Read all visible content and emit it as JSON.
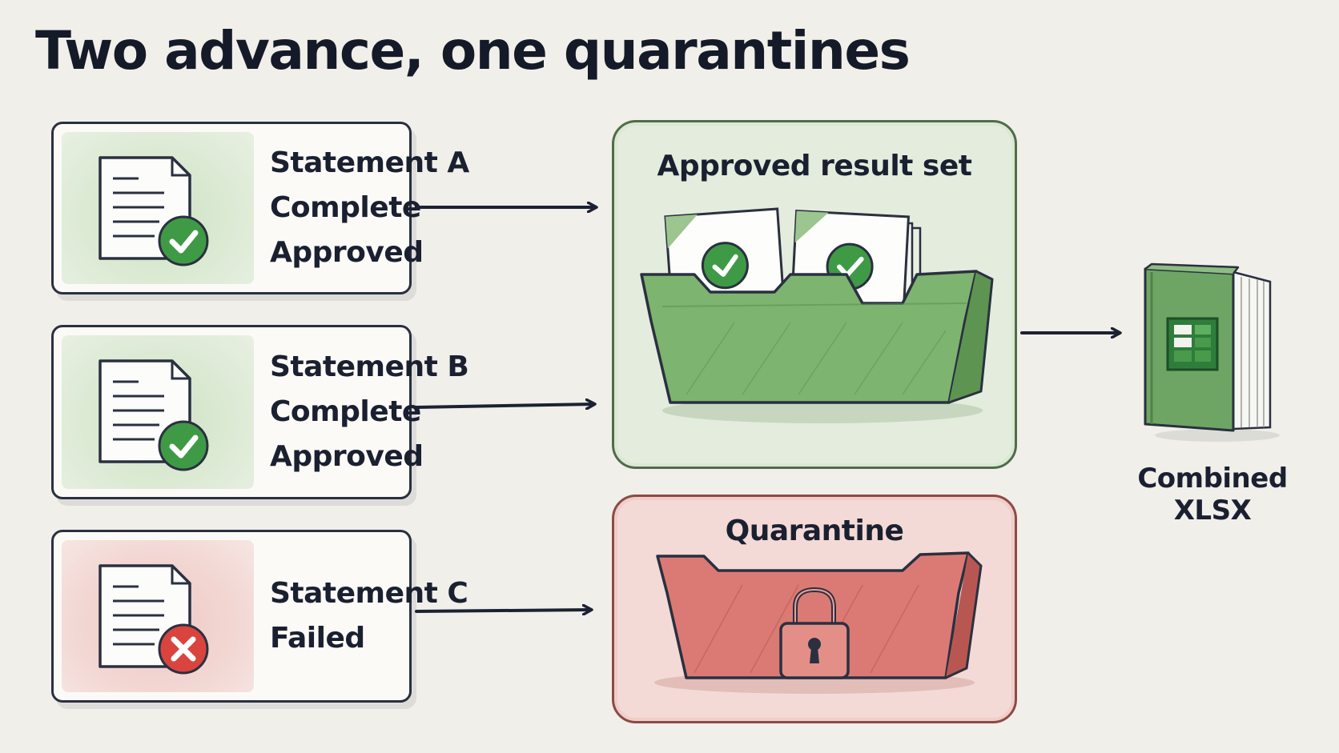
{
  "title": "Two advance, one quarantines",
  "statements": [
    {
      "name": "Statement A",
      "lines": [
        "Complete",
        "Approved"
      ],
      "status": "approved",
      "badge_icon": "check-icon"
    },
    {
      "name": "Statement B",
      "lines": [
        "Complete",
        "Approved"
      ],
      "status": "approved",
      "badge_icon": "check-icon"
    },
    {
      "name": "Statement C",
      "lines": [
        "Failed"
      ],
      "status": "failed",
      "badge_icon": "x-icon"
    }
  ],
  "approved_set": {
    "title": "Approved result set",
    "icon": "folder-with-approved-documents"
  },
  "quarantine": {
    "title": "Quarantine",
    "icon": "locked-folder"
  },
  "output": {
    "label": "Combined XLSX",
    "icon": "spreadsheet-book-icon"
  },
  "colors": {
    "approved_green": "#6fa862",
    "failed_red": "#d24a4a",
    "ink": "#1c2233",
    "background": "#f1efea"
  }
}
